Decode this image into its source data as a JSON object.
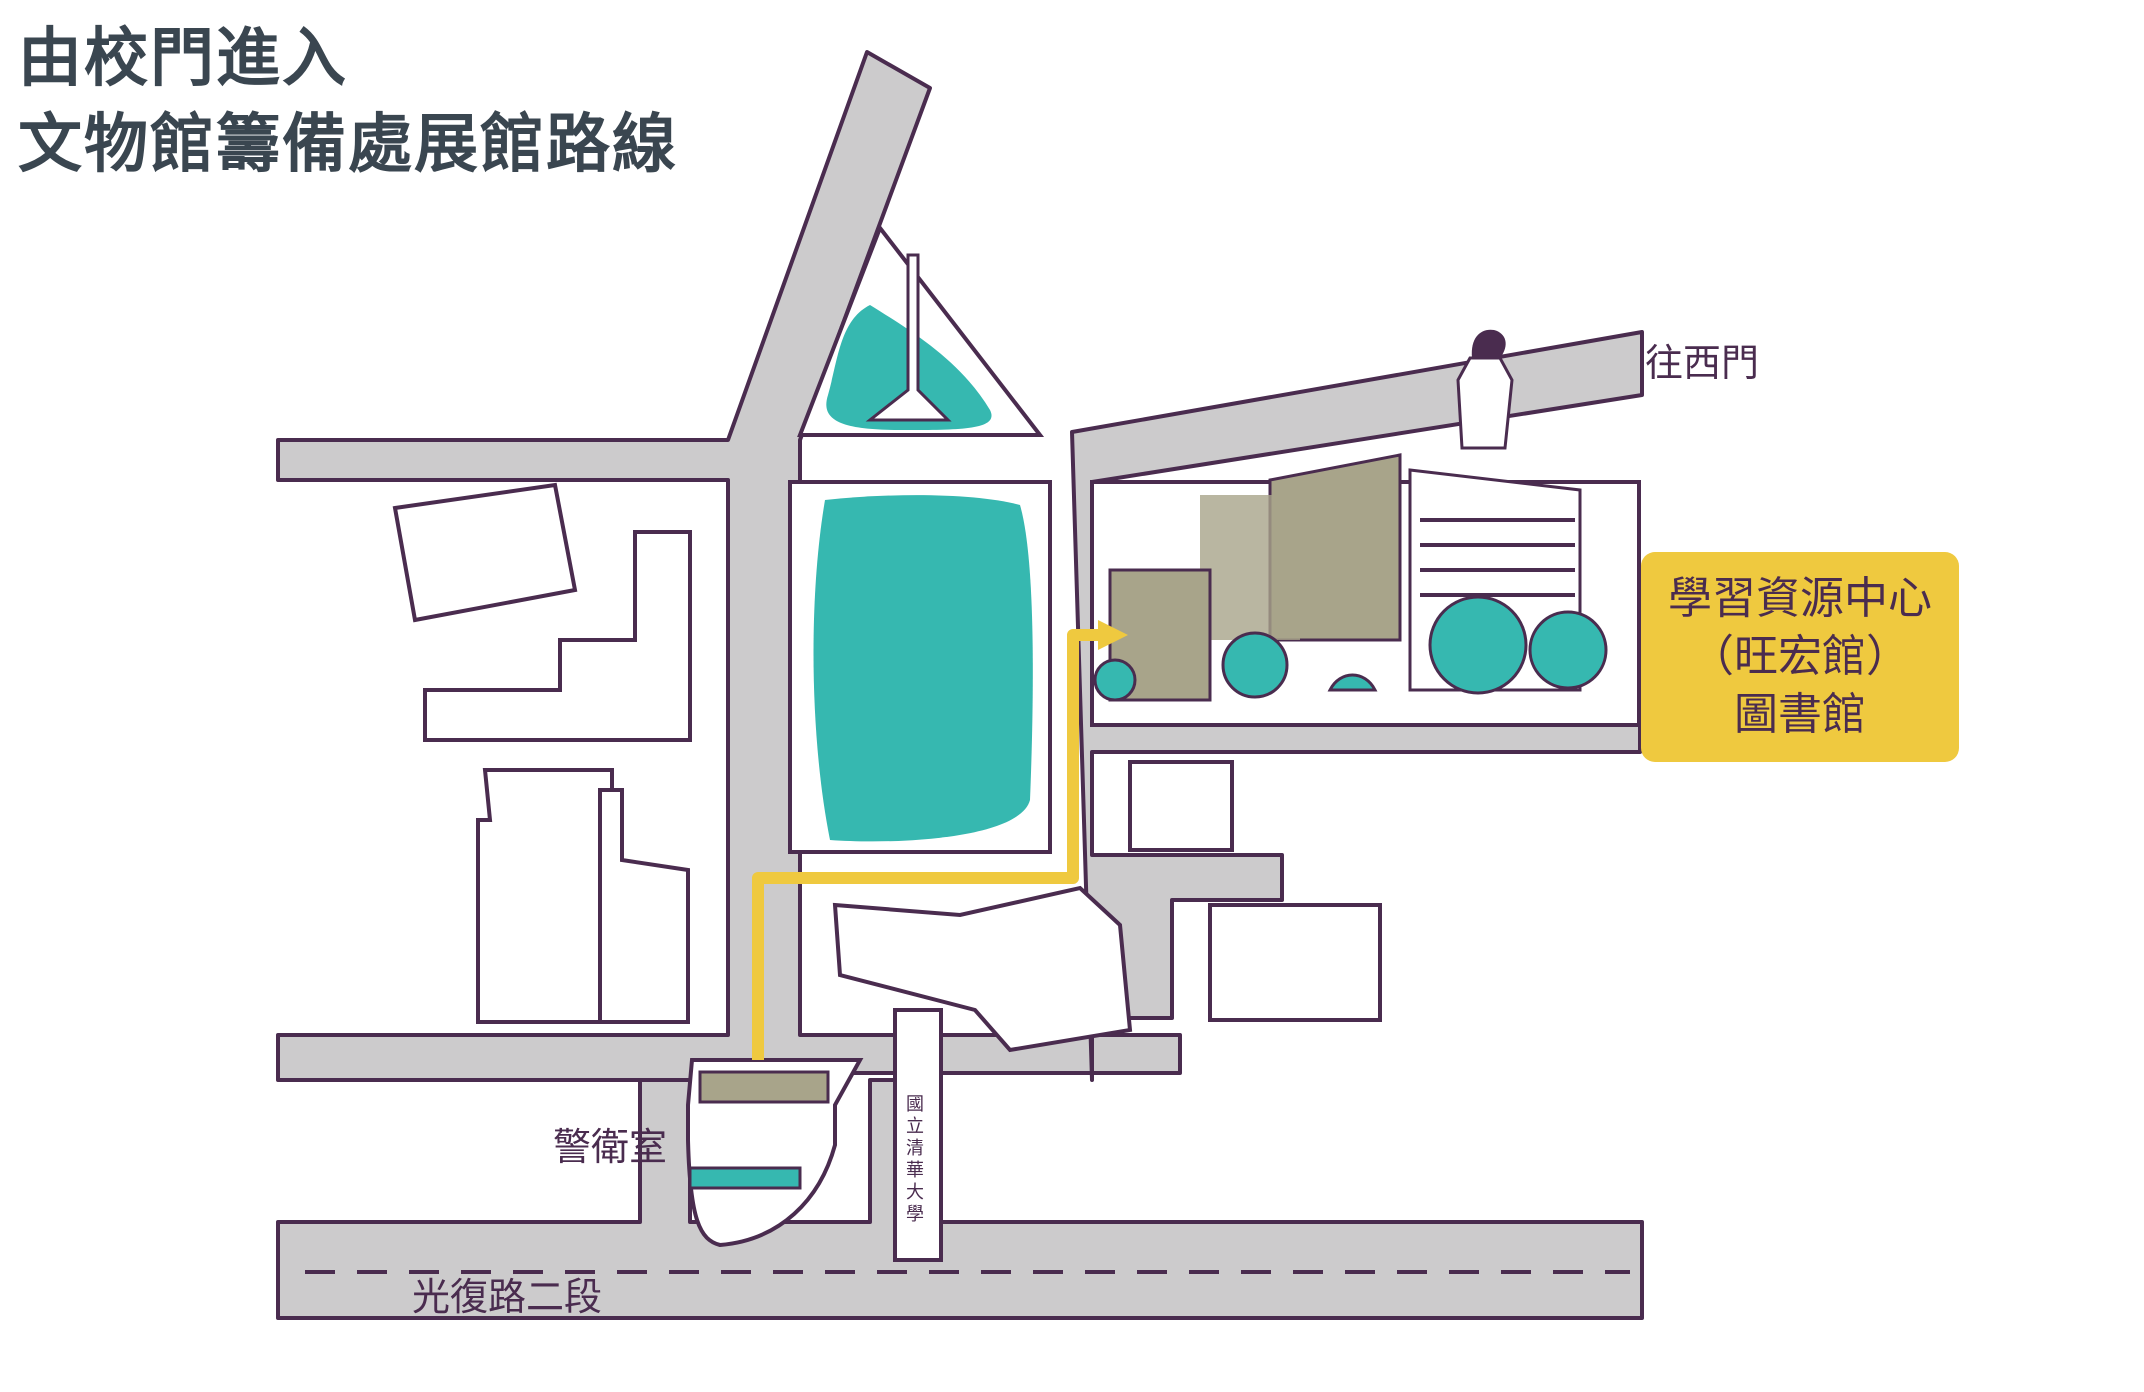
{
  "title": {
    "line1": "由校門進入",
    "line2": "文物館籌備處展館路線"
  },
  "labels": {
    "west_gate": "往西門",
    "guard_room": "警衛室",
    "road": "光復路二段",
    "gate_sign": [
      "國",
      "立",
      "清",
      "華",
      "大",
      "學"
    ]
  },
  "destination": {
    "line1": "學習資源中心",
    "line2": "（旺宏館）",
    "line3": "圖書館"
  },
  "colors": {
    "road": "#cccbcc",
    "outline": "#4a2c4f",
    "grass": "#36b8b0",
    "route": "#efc93f",
    "building_shade": "#a8a48a",
    "title": "#3a4650"
  }
}
